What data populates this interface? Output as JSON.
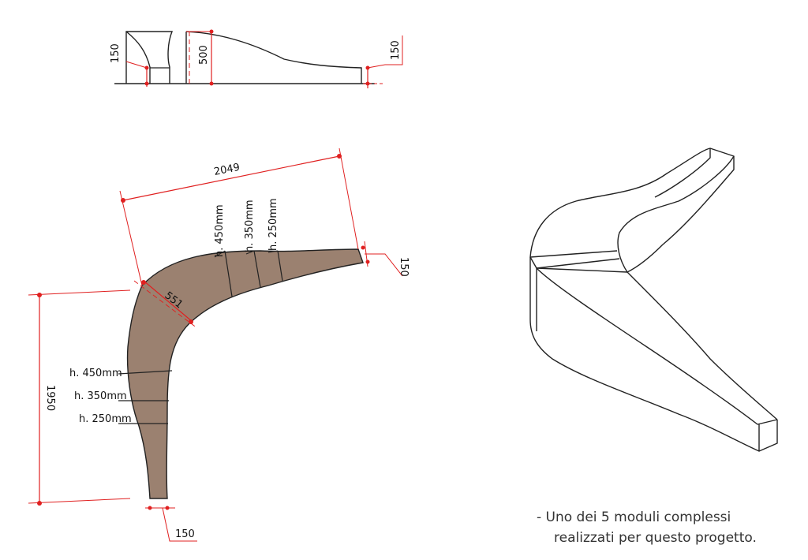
{
  "top_view": {
    "dim_left": "150",
    "dim_center": "500",
    "dim_right": "150"
  },
  "plan_view": {
    "dim_length": "2049",
    "dim_width": "551",
    "dim_height": "1950",
    "dim_tip_right": "150",
    "dim_tip_bottom": "150",
    "upper_heights": [
      "h. 450mm",
      "h. 350mm",
      "h. 250mm"
    ],
    "lower_heights": [
      "h. 450mm",
      "h. 350mm",
      "h. 250mm"
    ]
  },
  "colors": {
    "fill": "#9b8170",
    "dimension": "#e02020",
    "line": "#222222"
  },
  "caption": {
    "line1": "- Uno dei 5 moduli complessi",
    "line2": "realizzati per questo progetto."
  }
}
